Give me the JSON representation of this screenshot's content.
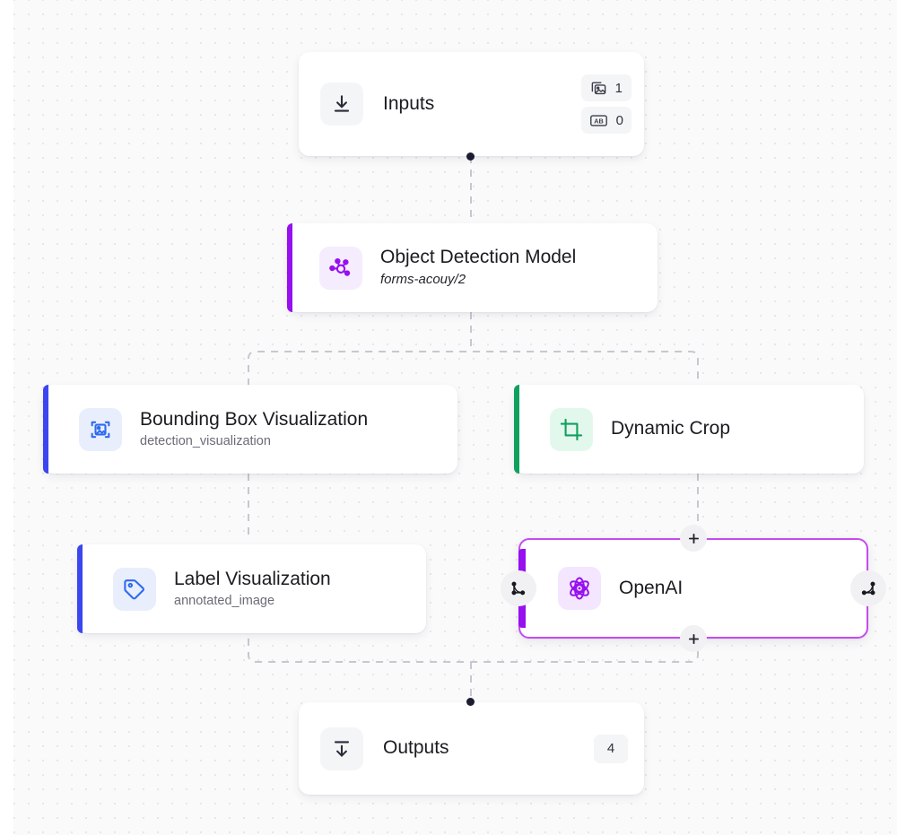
{
  "canvas": {
    "background_color": "#fafafb",
    "grid_dot_color": "#e6e6ec"
  },
  "nodes": [
    {
      "id": "inputs",
      "name": "Inputs",
      "title": "Inputs",
      "subtitle": "",
      "icon": "download-to-line-icon",
      "accent_color": "",
      "badges": [
        {
          "icon": "images-icon",
          "count": "1"
        },
        {
          "icon": "text-ab-icon",
          "count": "0"
        }
      ]
    },
    {
      "id": "object-detection-model",
      "name": "Object Detection Model",
      "title": "Object Detection Model",
      "subtitle": "forms-acouy/2",
      "icon": "molecule-icon",
      "accent_color": "#9610f0"
    },
    {
      "id": "bounding-box-visualization",
      "name": "Bounding Box Visualization",
      "title": "Bounding Box Visualization",
      "subtitle": "detection_visualization",
      "icon": "image-box-icon",
      "accent_color": "#3b46ef"
    },
    {
      "id": "dynamic-crop",
      "name": "Dynamic Crop",
      "title": "Dynamic Crop",
      "subtitle": "",
      "icon": "crop-icon",
      "accent_color": "#10a05e"
    },
    {
      "id": "label-visualization",
      "name": "Label Visualization",
      "title": "Label Visualization",
      "subtitle": "annotated_image",
      "icon": "tag-icon",
      "accent_color": "#3b46ef"
    },
    {
      "id": "openai",
      "name": "OpenAI",
      "title": "OpenAI",
      "subtitle": "",
      "icon": "atom-icon",
      "accent_color": "#9610f0",
      "selected": true,
      "border_color": "#c64bf0",
      "handles": [
        {
          "name": "add-node-top-handle",
          "glyph": "plus-icon"
        },
        {
          "name": "add-node-bottom-handle",
          "glyph": "plus-icon"
        },
        {
          "name": "input-branch-handle",
          "glyph": "branch-icon"
        },
        {
          "name": "output-branch-handle",
          "glyph": "branch-icon"
        }
      ]
    },
    {
      "id": "outputs",
      "name": "Outputs",
      "title": "Outputs",
      "subtitle": "",
      "icon": "upload-from-line-icon",
      "badge_count": "4"
    }
  ]
}
